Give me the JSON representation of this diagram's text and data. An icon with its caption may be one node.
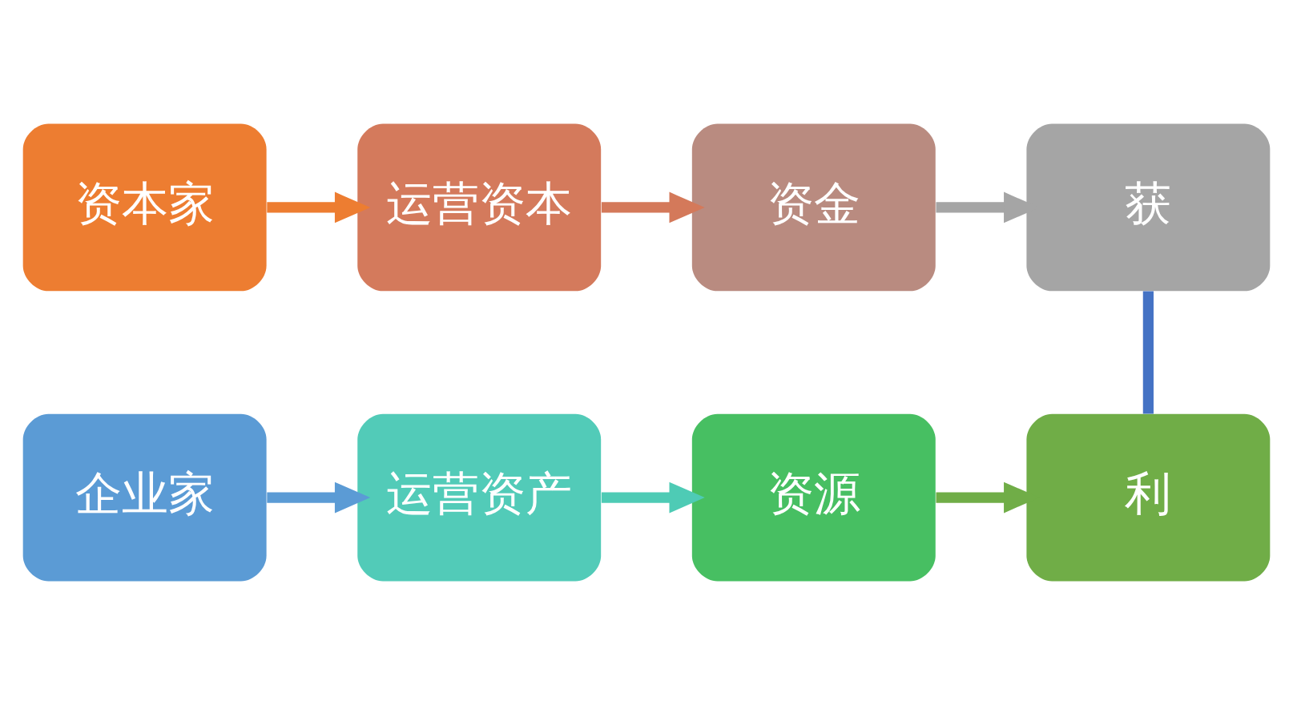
{
  "diagram": {
    "nodes": [
      {
        "text": [
          "资本家"
        ]
      },
      {
        "text": [
          "运营资本"
        ]
      },
      {
        "text": [
          "资金"
        ]
      },
      {
        "text": [
          "获"
        ]
      },
      {
        "text": [
          "企业家"
        ]
      },
      {
        "text": [
          "运营资产"
        ]
      },
      {
        "text": [
          "资源"
        ]
      },
      {
        "text": [
          "利"
        ]
      }
    ],
    "edges": [
      {
        "from": 0,
        "to": 1,
        "arrow": "to",
        "color": "#ed7d31"
      },
      {
        "from": 1,
        "to": 2,
        "arrow": "to",
        "color": "#d4795a"
      },
      {
        "from": 2,
        "to": 3,
        "arrow": "to",
        "color": "#a5a5a5"
      },
      {
        "from": 4,
        "to": 5,
        "arrow": "to",
        "color": "#5b9bd5"
      },
      {
        "from": 5,
        "to": 6,
        "arrow": "to",
        "color": "#4ecbb5"
      },
      {
        "from": 6,
        "to": 7,
        "arrow": "to",
        "color": "#70ad47"
      },
      {
        "from": 3,
        "to": 7,
        "arrow": "none",
        "color": "#4472c4"
      }
    ]
  }
}
